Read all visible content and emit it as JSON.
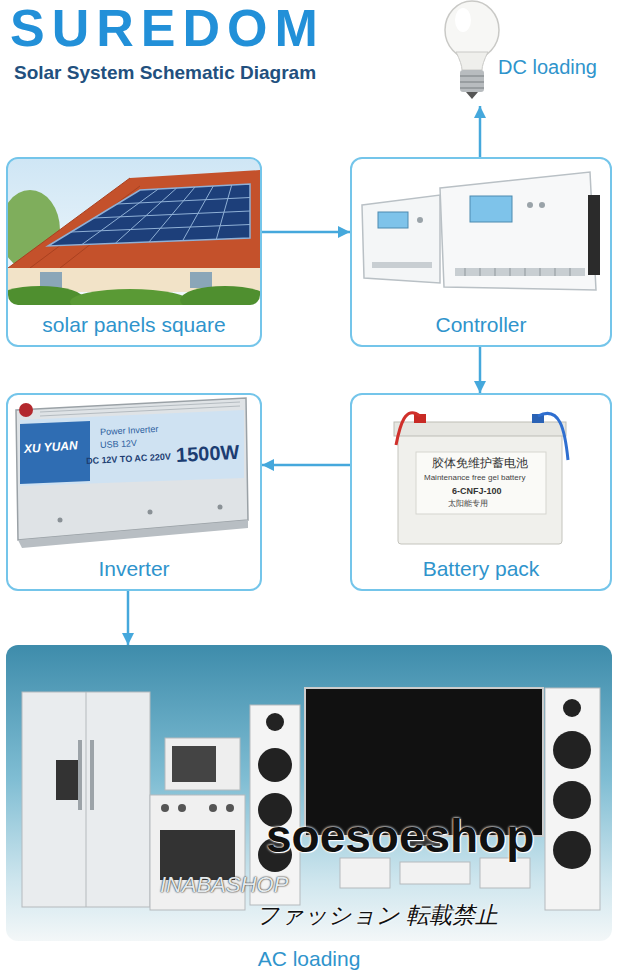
{
  "diagram": {
    "title": "SUREDOM",
    "nodes": [
      {
        "text": [
          "DC loading"
        ]
      },
      {
        "text": [
          "solar panels square"
        ]
      },
      {
        "text": [
          "Controller"
        ]
      },
      {
        "text": [
          "Inverter"
        ]
      },
      {
        "text": [
          "Battery pack"
        ]
      },
      {
        "text": [
          "AC loading"
        ]
      }
    ],
    "edges": [
      {
        "from": 1,
        "to": 2,
        "arrow": "to"
      },
      {
        "from": 2,
        "to": 0,
        "arrow": "to"
      },
      {
        "from": 2,
        "to": 4,
        "arrow": "to"
      },
      {
        "from": 4,
        "to": 3,
        "arrow": "to"
      },
      {
        "from": 3,
        "to": 5,
        "arrow": "to"
      }
    ],
    "labels": [
      "Solar System Schematic Diagram",
      "XU YUAN",
      "Power Inverter",
      "USB 12V",
      "DC 12V TO AC 220V",
      "1500W",
      "胶体免维护蓄电池",
      "Maintenance free gel battery",
      "6-CNFJ-100",
      "太阳能专用",
      "soesoeshop",
      "INABASHOP",
      "ファッション 転載禁止"
    ]
  }
}
